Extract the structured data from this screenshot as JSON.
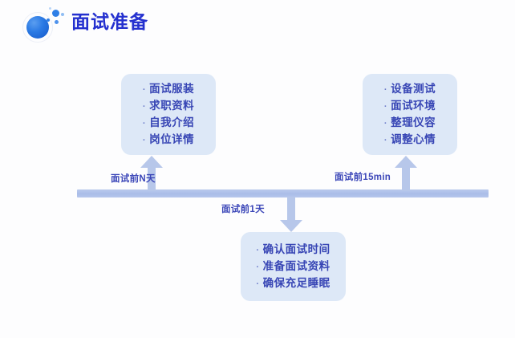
{
  "header": {
    "title": "面试准备",
    "logo_icon": "blue-sphere-logo-icon"
  },
  "timeline": {
    "labels": [
      {
        "id": "before-n-days",
        "text": "面试前N天"
      },
      {
        "id": "before-15-min",
        "text": "面试前15min"
      },
      {
        "id": "before-1-day",
        "text": "面试前1天"
      }
    ]
  },
  "cards": {
    "top_left": {
      "items": [
        "面试服装",
        "求职资料",
        "自我介绍",
        "岗位详情"
      ]
    },
    "top_right": {
      "items": [
        "设备测试",
        "面试环境",
        "整理仪容",
        "调整心情"
      ]
    },
    "bottom": {
      "items": [
        "确认面试时间",
        "准备面试资料",
        "确保充足睡眠"
      ]
    }
  },
  "bullet": "·",
  "colors": {
    "background": "#fdfdfe",
    "title_blue": "#2430cf",
    "card_background": "#dde8f7",
    "card_text": "#3846b5",
    "timeline_bar": "#aabde8",
    "arrow": "#b7c7ea",
    "label_text": "#3b46b8",
    "logo_blue": "#2b7ae4"
  }
}
